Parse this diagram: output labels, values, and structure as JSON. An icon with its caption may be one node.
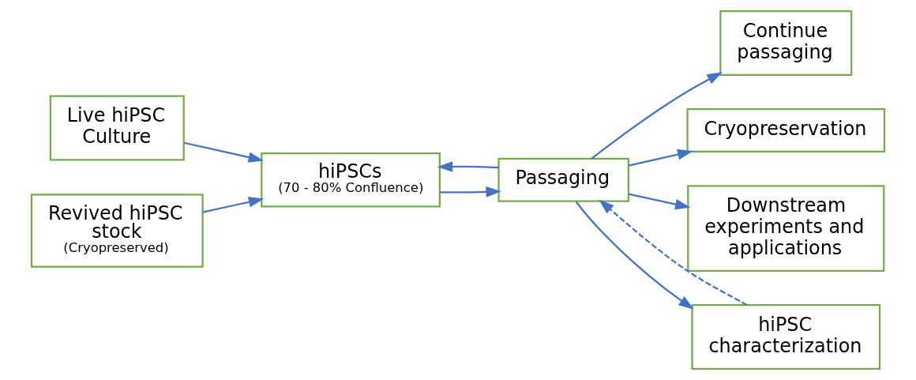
{
  "diagram": {
    "nodes": [
      {
        "text": [
          "Live hiPSC Culture"
        ]
      },
      {
        "text": [
          "Revived hiPSC stock",
          "(Cryopreserved)"
        ]
      },
      {
        "text": [
          "hiPSCs",
          "(70 - 80% Confluence)"
        ]
      },
      {
        "text": [
          "Passaging"
        ]
      },
      {
        "text": [
          "Continue passaging"
        ]
      },
      {
        "text": [
          "Cryopreservation"
        ]
      },
      {
        "text": [
          "Downstream experiments and applications"
        ]
      },
      {
        "text": [
          "hiPSC characterization"
        ]
      }
    ],
    "edges": [
      {
        "from": 0,
        "to": 2,
        "arrow": "to"
      },
      {
        "from": 1,
        "to": 2,
        "arrow": "to"
      },
      {
        "from": 2,
        "to": 3,
        "arrow": "to"
      },
      {
        "from": 3,
        "to": 2,
        "arrow": "to"
      },
      {
        "from": 3,
        "to": 4,
        "arrow": "to"
      },
      {
        "from": 3,
        "to": 5,
        "arrow": "to"
      },
      {
        "from": 3,
        "to": 6,
        "arrow": "to"
      },
      {
        "from": 3,
        "to": 7,
        "arrow": "to"
      },
      {
        "from": 7,
        "to": 3,
        "arrow": "to",
        "style": "dashed"
      }
    ]
  }
}
